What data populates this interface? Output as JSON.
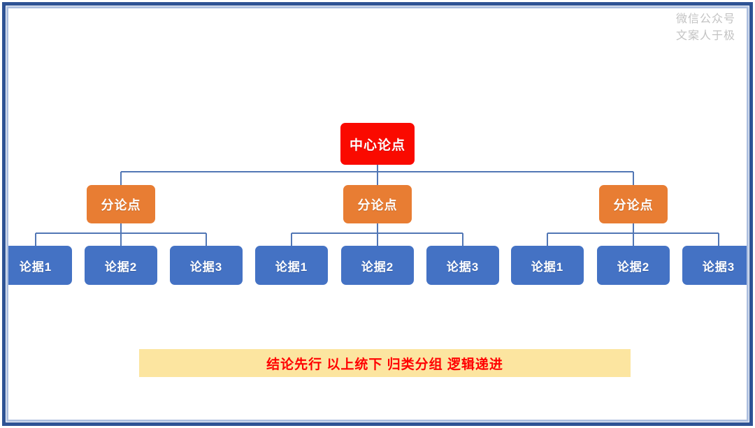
{
  "watermark": {
    "line1": "微信公众号",
    "line2": "文案人于极"
  },
  "diagram": {
    "type": "pyramid-principle-tree",
    "root": {
      "label": "中心论点",
      "color": "#FA0A00"
    },
    "branch_color": "#E87D33",
    "leaf_color": "#4472C4",
    "connector_color": "#5277B5",
    "branches": [
      {
        "label": "分论点",
        "leaves": [
          {
            "label": "论据1"
          },
          {
            "label": "论据2"
          },
          {
            "label": "论据3"
          }
        ]
      },
      {
        "label": "分论点",
        "leaves": [
          {
            "label": "论据1"
          },
          {
            "label": "论据2"
          },
          {
            "label": "论据3"
          }
        ]
      },
      {
        "label": "分论点",
        "leaves": [
          {
            "label": "论据1"
          },
          {
            "label": "论据2"
          },
          {
            "label": "论据3"
          }
        ]
      }
    ]
  },
  "banner": {
    "text": "结论先行 以上统下 归类分组 逻辑递进",
    "background": "#FCE5A0",
    "text_color": "#FF0000"
  },
  "frame": {
    "outer_color": "#2E5395",
    "inner_color": "#AEC0E0"
  }
}
